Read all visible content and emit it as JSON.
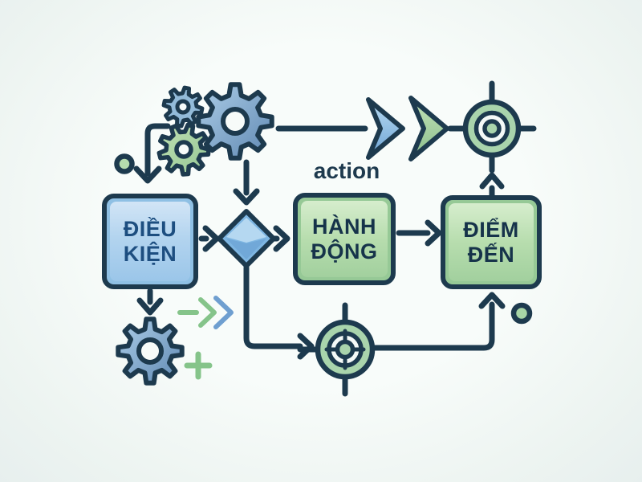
{
  "title": "Flowchart illustration (condition - action - destination)",
  "palette": {
    "background": "#f3f8f6",
    "outline_navy": "#1d3a4e",
    "node_blue_fill": "#a9cfec",
    "node_blue_text": "#1d4e80",
    "node_green_fill": "#aed7a8",
    "node_green_text": "#16334a",
    "gear_blue": "#7ba3c9",
    "gear_green": "#a9d3a4",
    "accent_green": "#85c48a",
    "accent_blue": "#6f9fd0",
    "diamond_blue": "#7eb6e2"
  },
  "nodes": [
    {
      "id": "condition",
      "line1": "ĐIỀU",
      "line2": "KIỆN",
      "shape": "rounded-square",
      "color": "blue"
    },
    {
      "id": "action",
      "line1": "HÀNH",
      "line2": "ĐỘNG",
      "shape": "rounded-square",
      "color": "green"
    },
    {
      "id": "destination",
      "line1": "ĐIỂM",
      "line2": "ĐẾN",
      "shape": "rounded-square",
      "color": "green"
    }
  ],
  "caption": {
    "text": "action"
  },
  "icons": [
    "gear-small-blue-icon",
    "gear-large-blue-icon",
    "gear-green-icon",
    "gear-bottom-blue-icon",
    "target-top-icon",
    "target-bottom-icon",
    "diamond-decision-icon",
    "arrowhead-blue-icon",
    "chevron-green-icon",
    "mini-arrow-green-icon",
    "mini-chevron-blue-icon",
    "plus-icon",
    "dot-left-icon",
    "dot-right-icon"
  ]
}
